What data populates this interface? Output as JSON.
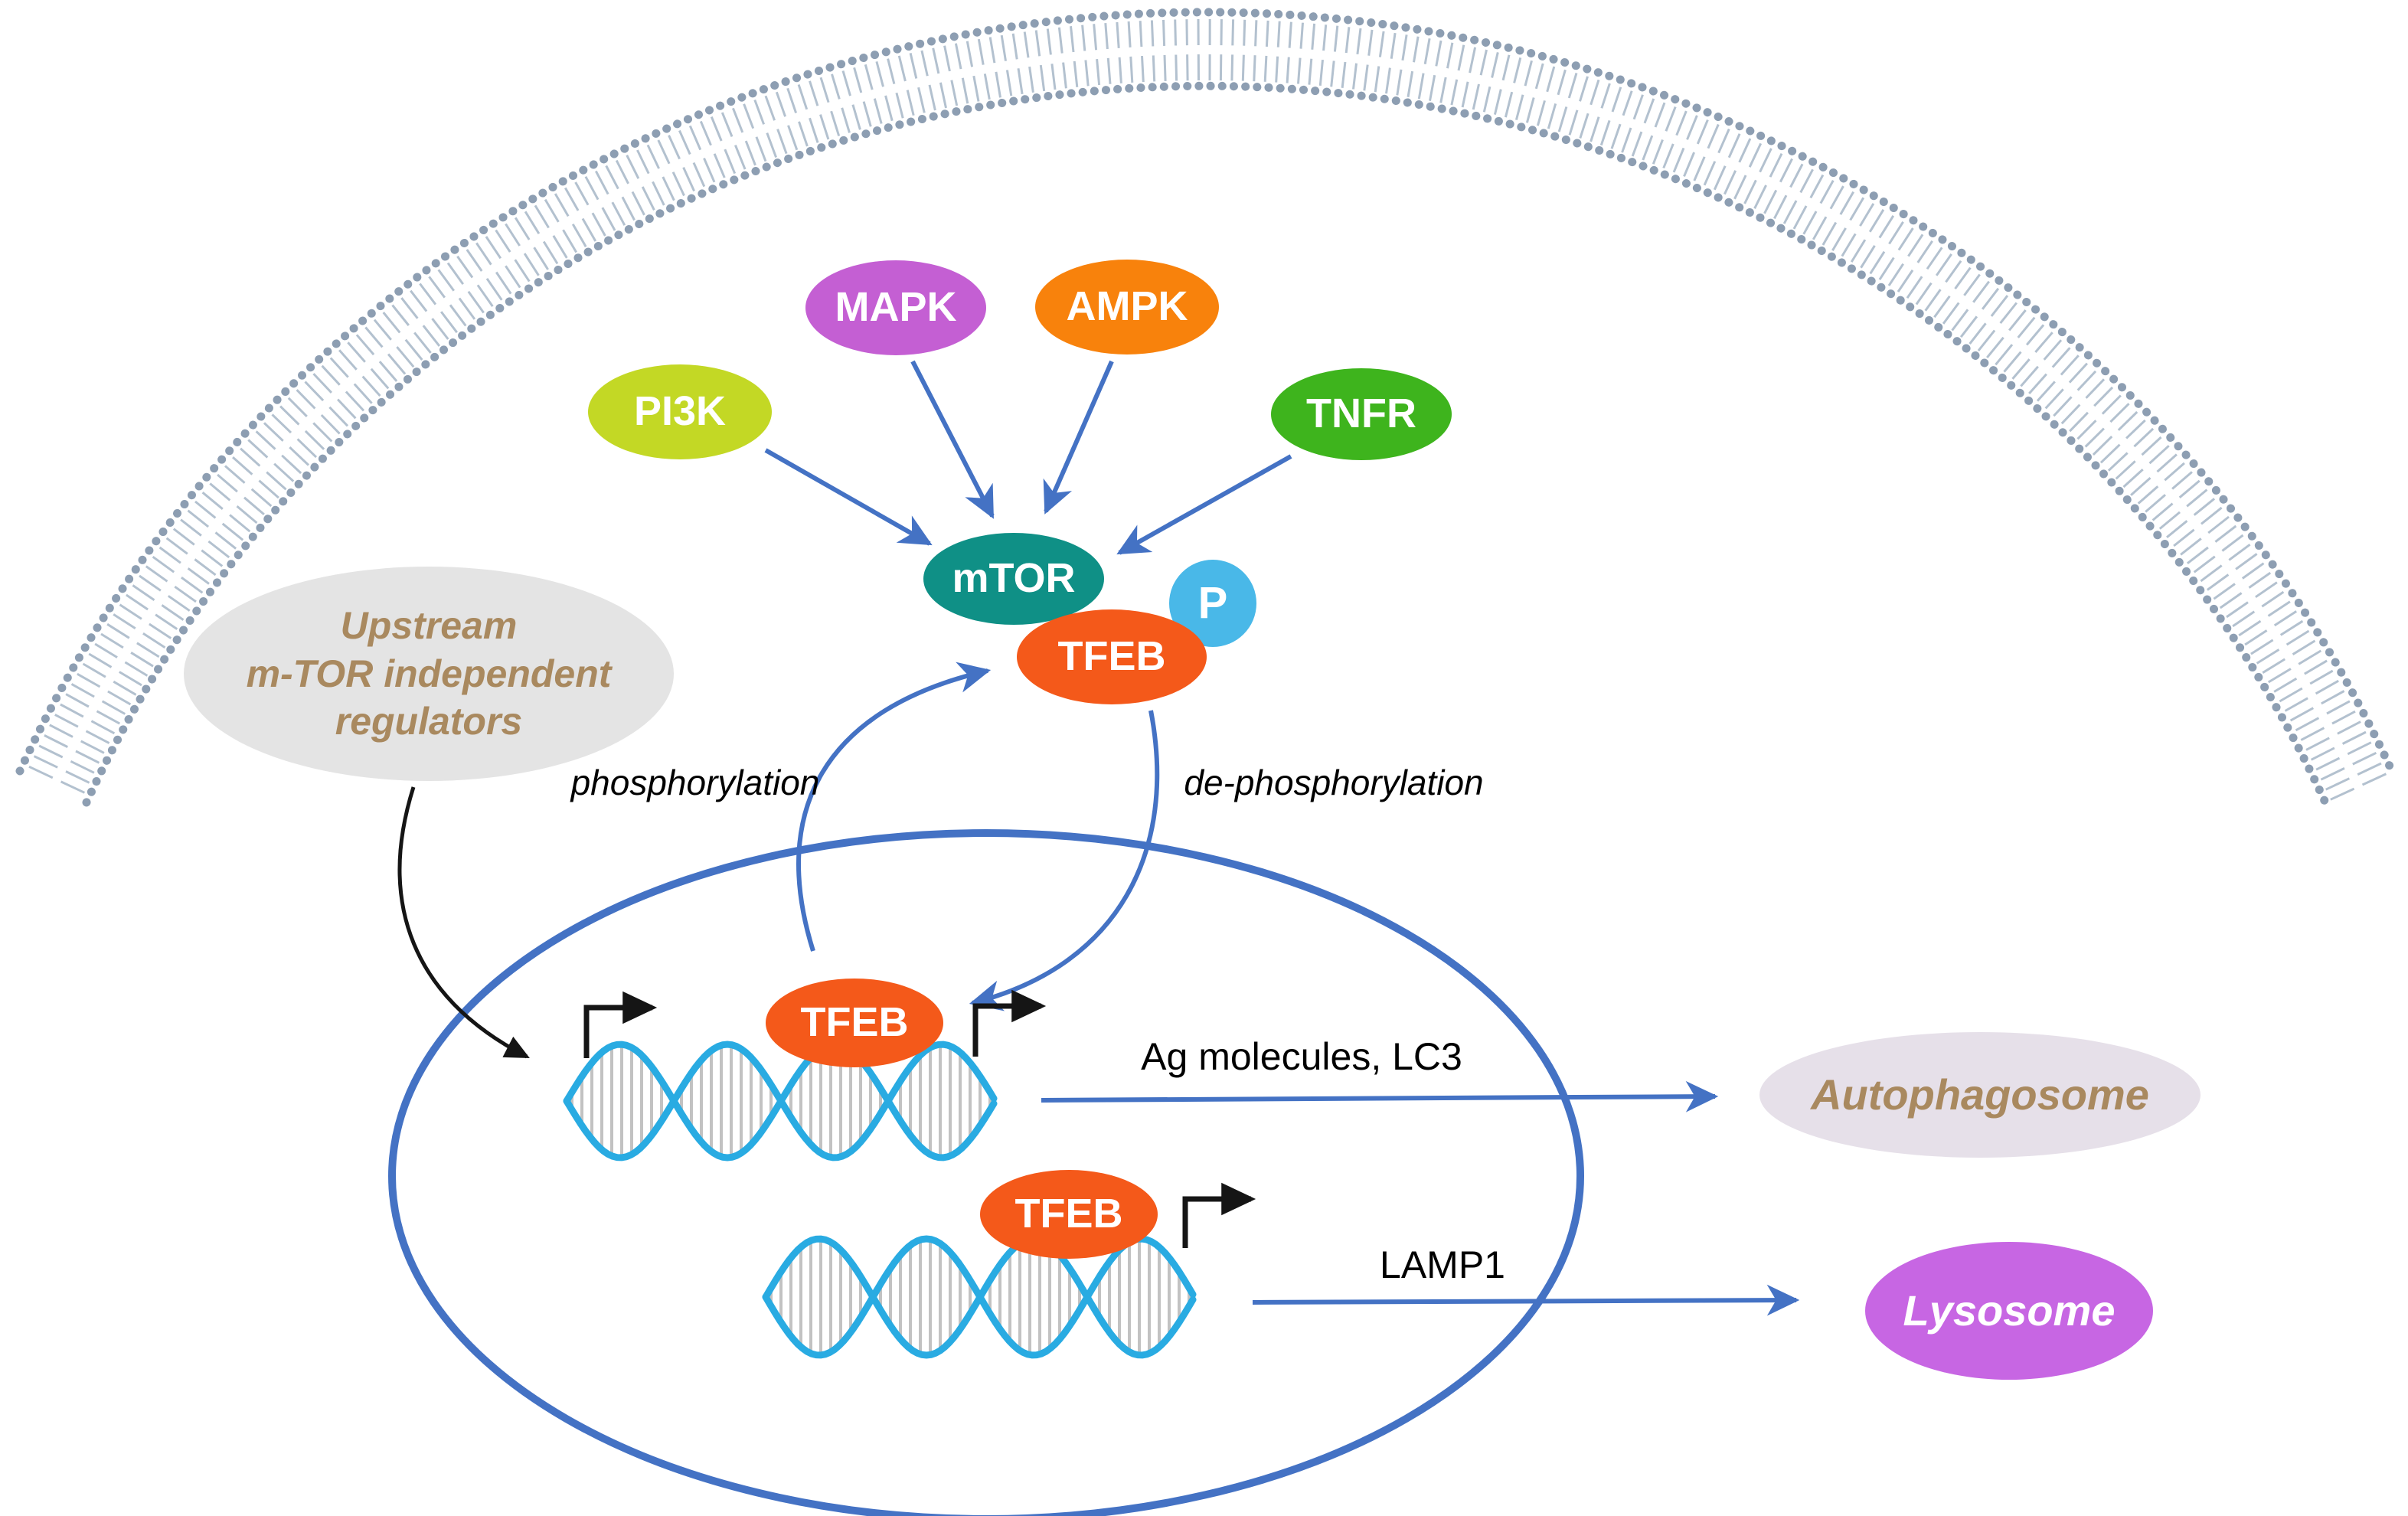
{
  "diagram": {
    "description": "TFEB phosphorylation / de-phosphorylation signalling pathway in a cell with nucleus"
  },
  "nodes": {
    "pi3k": {
      "label": "PI3K",
      "color": "#c3d825"
    },
    "mapk": {
      "label": "MAPK",
      "color": "#c45fd3"
    },
    "ampk": {
      "label": "AMPK",
      "color": "#f8820c"
    },
    "tnfr": {
      "label": "TNFR",
      "color": "#3eb41d"
    },
    "mtor": {
      "label": "mTOR",
      "color": "#0f9086"
    },
    "tfeb": {
      "label": "TFEB",
      "color": "#f4591a"
    },
    "phospho_badge": {
      "label": "P",
      "color": "#49b8e8"
    },
    "upstream": {
      "label": "Upstream\nm-TOR independent\nregulators",
      "color": "#e4e4e4",
      "text_color": "#a9895f"
    },
    "tfeb_nuclear_1": {
      "label": "TFEB",
      "color": "#f4591a"
    },
    "tfeb_nuclear_2": {
      "label": "TFEB",
      "color": "#f4591a"
    },
    "autophagosome": {
      "label": "Autophagosome",
      "color": "#e6e0e9",
      "text_color": "#a9895f"
    },
    "lysosome": {
      "label": "Lysosome",
      "color": "#c766e3",
      "text_color": "#ffffff"
    }
  },
  "labels": {
    "phosphorylation": "phosphorylation",
    "dephosphorylation": "de-phosphorylation",
    "ag_molecules_lc3": "Ag molecules, LC3",
    "lamp1": "LAMP1"
  },
  "colors": {
    "arrow_blue": "#4472c4",
    "arrow_black": "#151515",
    "nucleus_stroke": "#4472c4",
    "dna_strand": "#29abe2",
    "dna_rung": "#c2c2c2",
    "membrane_heads": "#8d9eb2",
    "membrane_tails": "#b3c1cf"
  }
}
